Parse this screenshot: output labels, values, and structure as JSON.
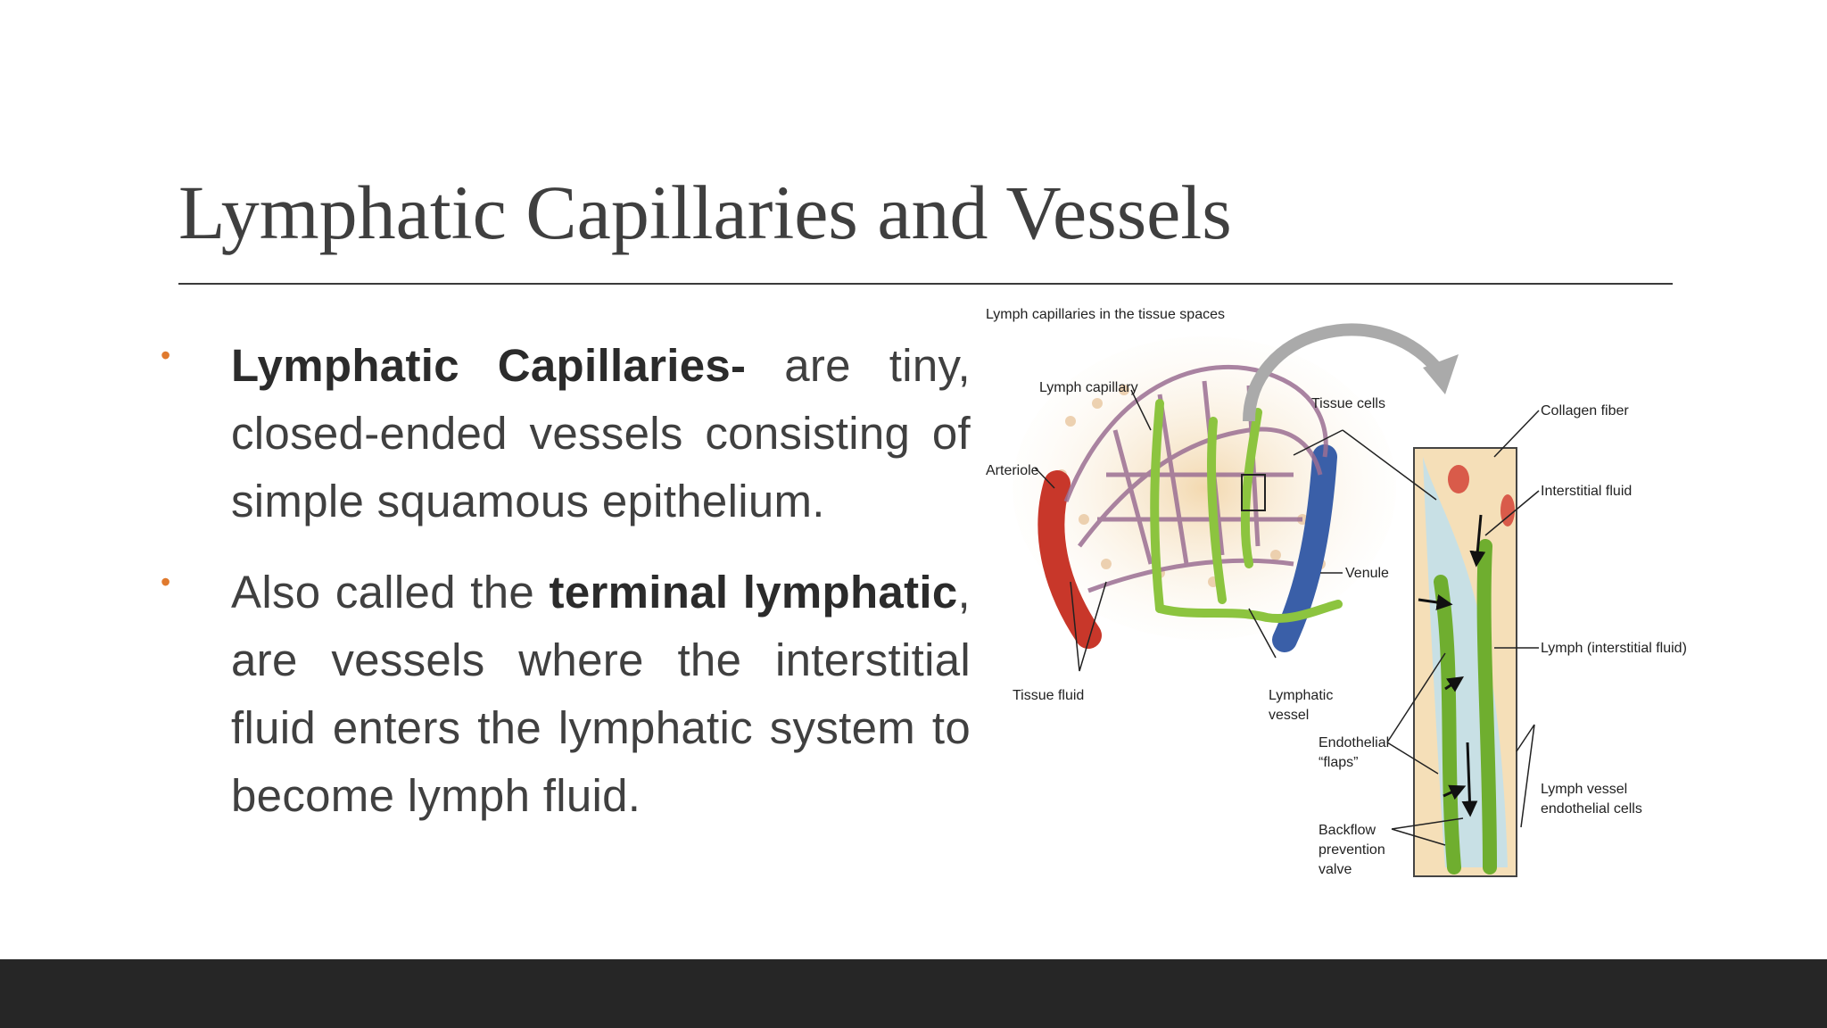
{
  "slide": {
    "title": "Lymphatic Capillaries and Vessels",
    "bullets": [
      {
        "bold": "Lymphatic Capillaries-",
        "text": " are tiny, closed-ended vessels consisting of simple squamous epithelium."
      },
      {
        "pre": "Also called the ",
        "bold": "terminal lymphatic",
        "post": ", are vessels where the interstitial fluid enters the lymphatic system to become lymph fluid."
      }
    ]
  },
  "figure": {
    "caption": "Lymph capillaries in the tissue spaces",
    "labels": {
      "lymph_capillary": "Lymph capillary",
      "arteriole": "Arteriole",
      "tissue_cells": "Tissue cells",
      "venule": "Venule",
      "tissue_fluid": "Tissue fluid",
      "lymphatic_vessel_1": "Lymphatic",
      "lymphatic_vessel_2": "vessel",
      "collagen_fiber": "Collagen fiber",
      "interstitial_fluid": "Interstitial fluid",
      "lymph_interstitial": "Lymph (interstitial fluid)",
      "endothelial_1": "Endothelial",
      "endothelial_2": "“flaps”",
      "lymph_vessel_cells_1": "Lymph vessel",
      "lymph_vessel_cells_2": "endothelial cells",
      "backflow_1": "Backflow",
      "backflow_2": "prevention",
      "backflow_3": "valve"
    },
    "colors": {
      "arteriole": "#c8372a",
      "venule": "#3a5fa8",
      "lymph": "#8cc43f",
      "tissue": "#f5dfb8",
      "fluid": "#bfe0ec",
      "accent_bullet": "#e07a2e"
    }
  },
  "footer": {
    "bar_color": "#262626"
  }
}
